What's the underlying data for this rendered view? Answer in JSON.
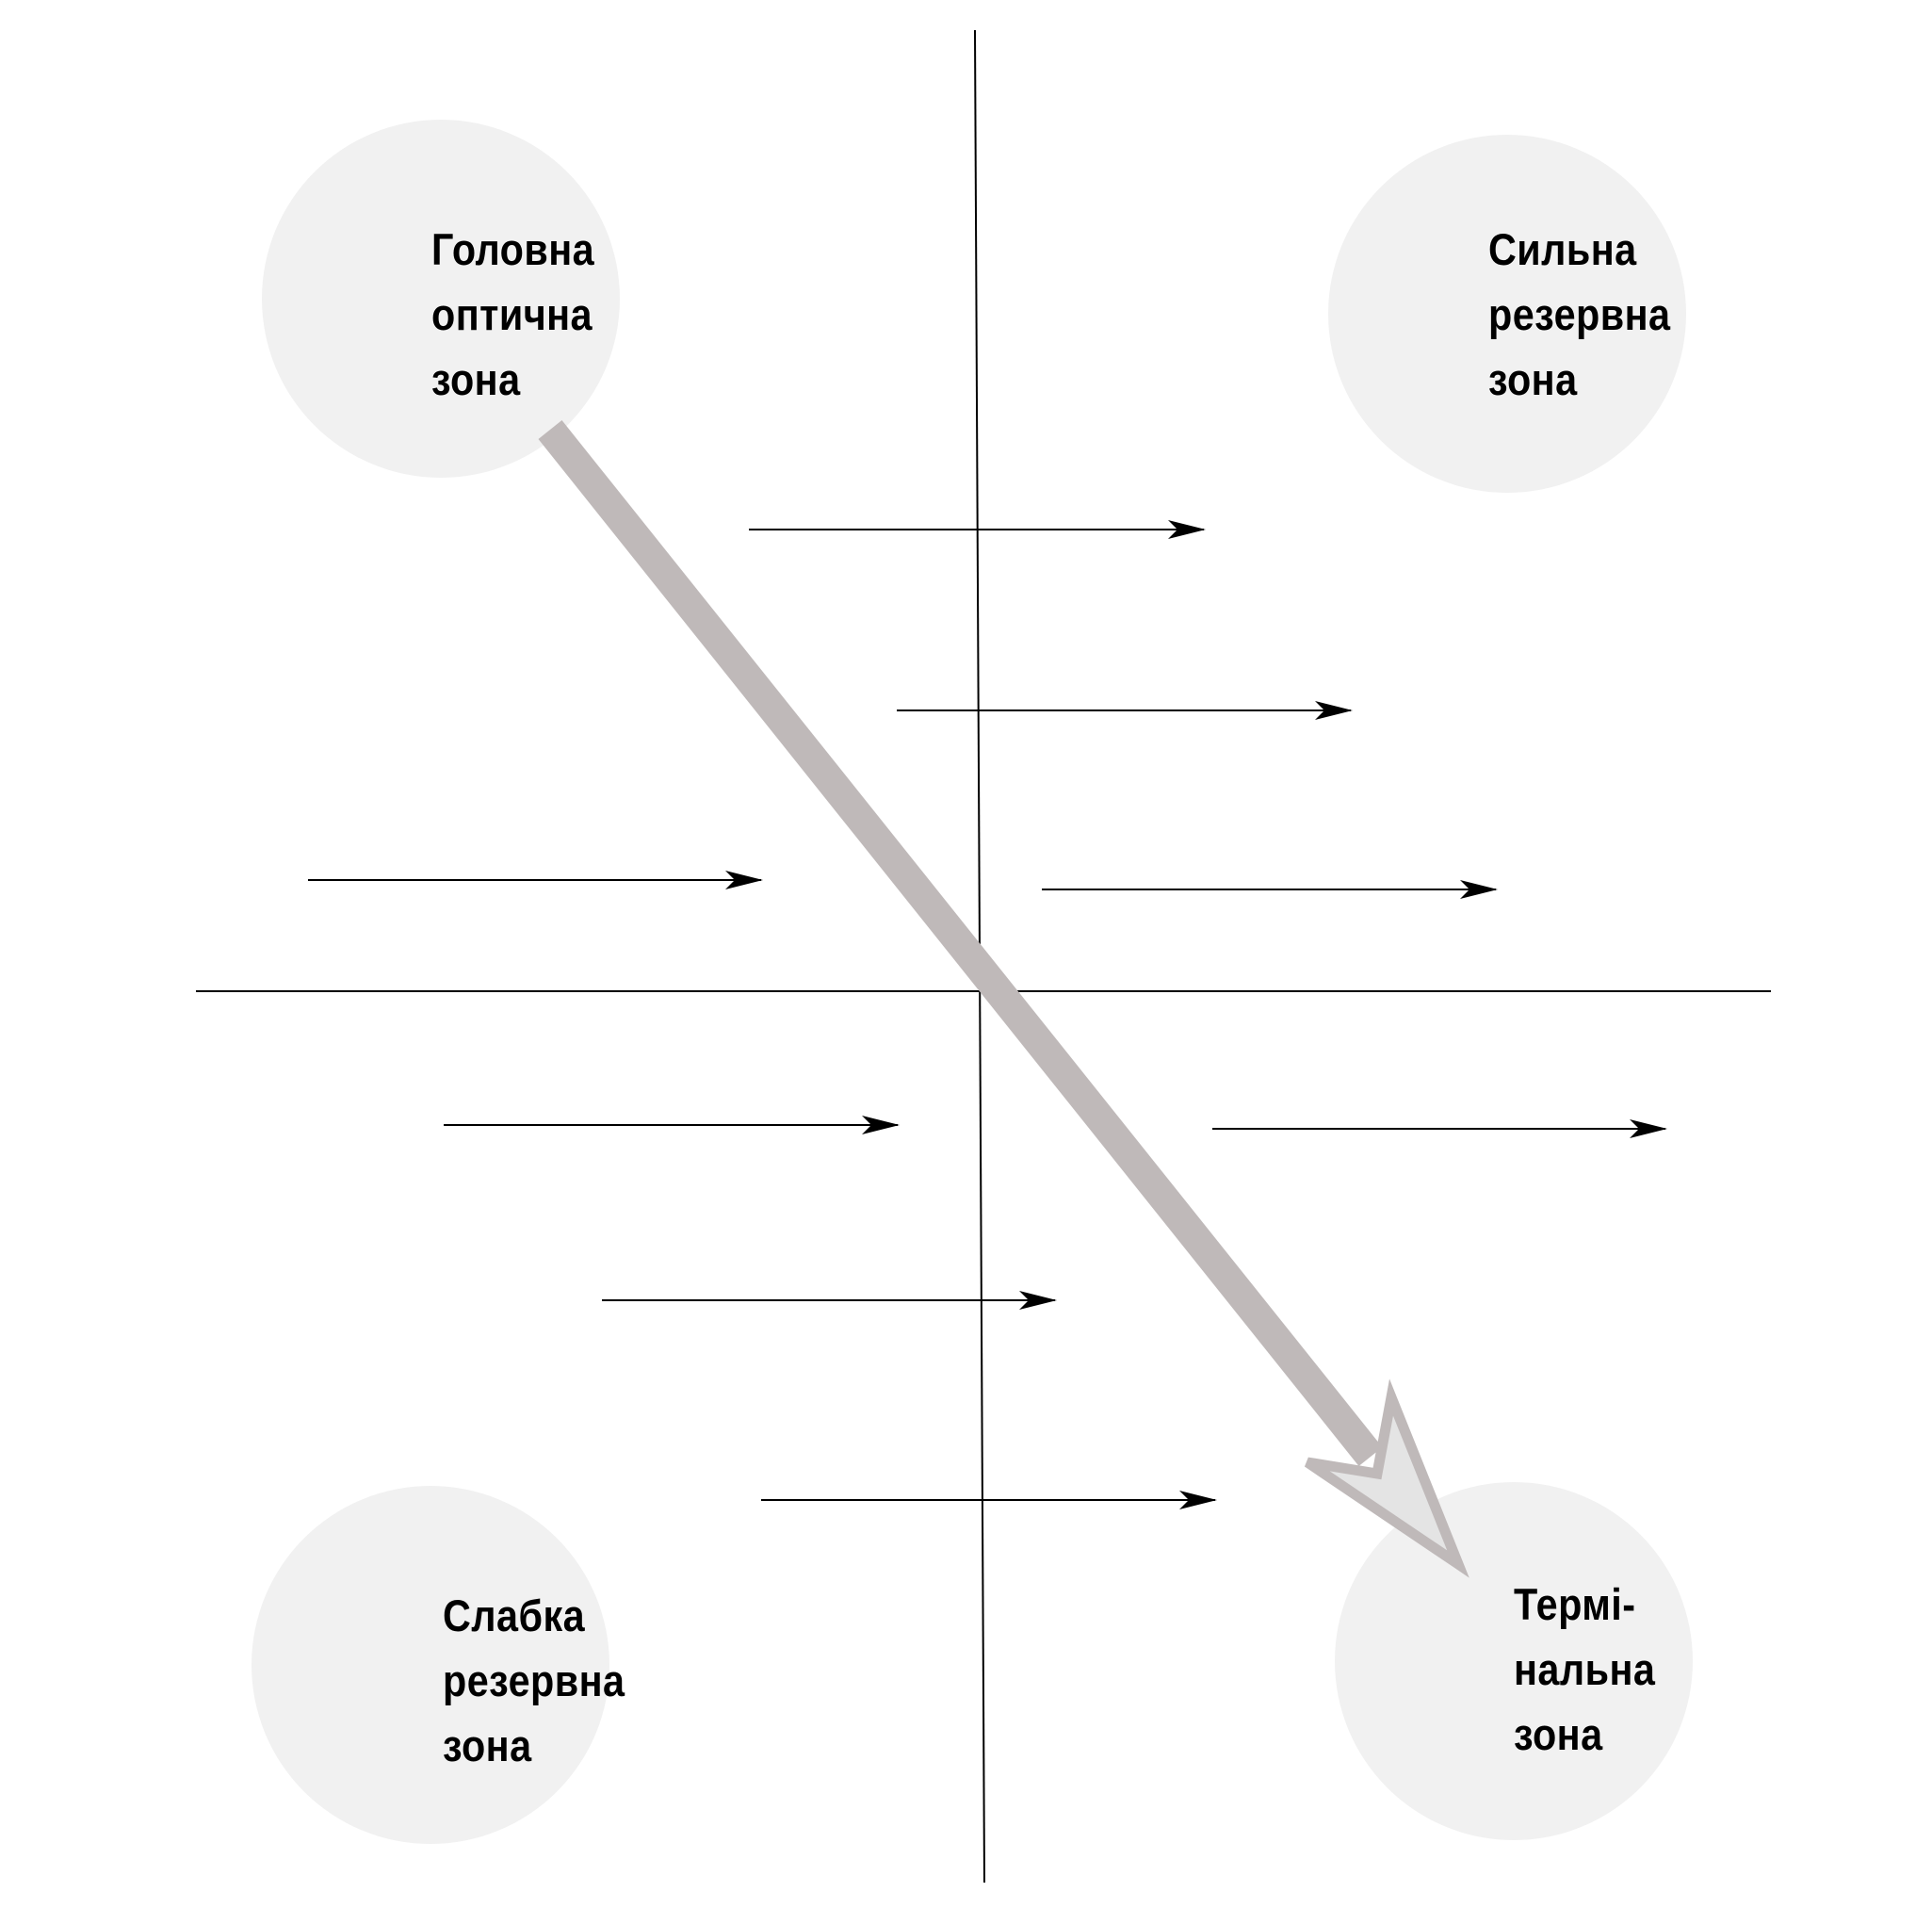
{
  "zones": {
    "main": {
      "lines": [
        "Головна",
        "оптична",
        "зона"
      ]
    },
    "strong": {
      "lines": [
        "Сильна",
        "резервна",
        "зона"
      ]
    },
    "weak": {
      "lines": [
        "Слабка",
        "резервна",
        "зона"
      ]
    },
    "terminal": {
      "lines": [
        "Термі-",
        "нальна",
        "зона"
      ]
    }
  },
  "colors": {
    "circle_fill": "#f1f1f1",
    "diagonal_arrow": "#bfb9b9",
    "lines": "#000000"
  }
}
